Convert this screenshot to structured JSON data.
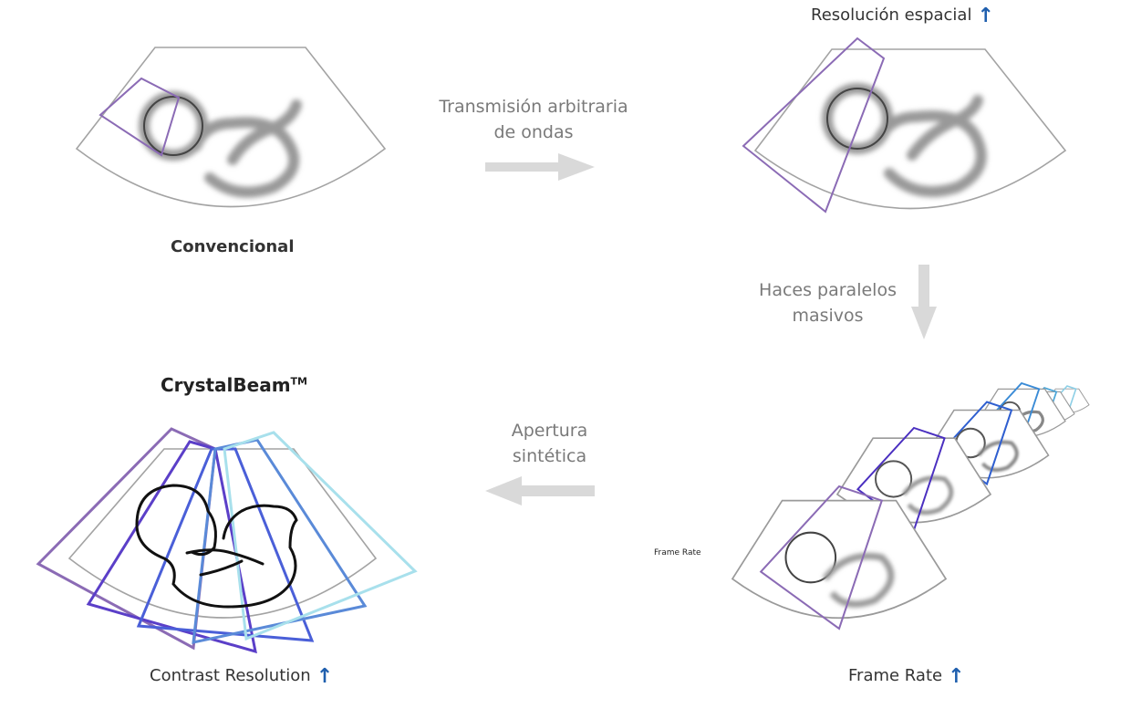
{
  "labels": {
    "conventional": "Convencional",
    "arbitrary_wave_line1": "Transmisión arbitraria",
    "arbitrary_wave_line2": "de ondas",
    "spatial_resolution": "Resolución espacial",
    "massive_parallel_line1": "Haces paralelos",
    "massive_parallel_line2": "masivos",
    "frame_rate_small": "Frame Rate",
    "frame_rate": "Frame Rate",
    "synthetic_aperture_line1": "Apertura",
    "synthetic_aperture_line2": "sintética",
    "crystalbeam": "CrystalBeam",
    "trademark": "TM",
    "contrast_resolution": "Contrast Resolution"
  },
  "icons": {
    "increase": "up-arrow-icon",
    "step_arrow": "block-arrow-icon"
  },
  "colors": {
    "purple": "#8b6bb5",
    "violet": "#5b3fc8",
    "blue": "#3a6ed6",
    "lightblue": "#8ccfe6",
    "arrow_gray": "#d9d9d9",
    "up_arrow": "#1f5fae"
  }
}
